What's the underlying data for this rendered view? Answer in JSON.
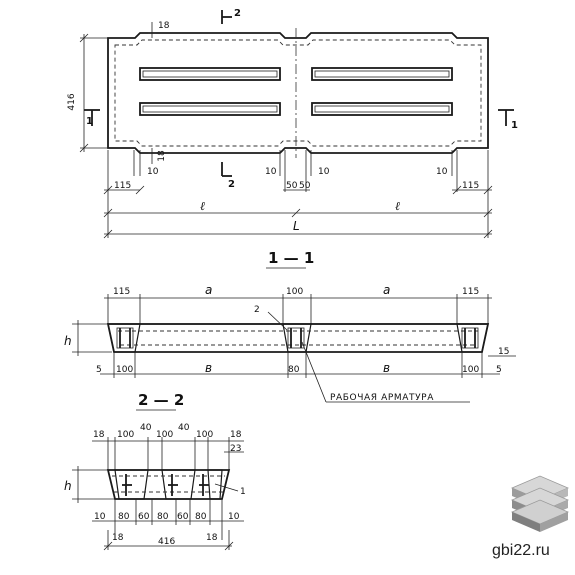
{
  "plan": {
    "height_dim": "416",
    "top_18": "18",
    "bottom_18": "18",
    "mark_10_left": "10",
    "mark_10_mid_left": "10",
    "mark_10_right": "10",
    "mark_50_left": "50",
    "mark_50_right": "50",
    "dim_115_left": "115",
    "dim_115_right": "115",
    "dim_l_left": "ℓ",
    "dim_l_right": "ℓ",
    "dim_L": "L",
    "section_2_top": "2",
    "section_2_bottom": "2",
    "section_1_left": "1",
    "section_1_right": "1"
  },
  "section_1_1": {
    "title": "1 — 1",
    "dim_115_left": "115",
    "dim_a_left": "a",
    "dim_100_mid": "100",
    "dim_a_right": "a",
    "dim_115_right": "115",
    "label_h": "h",
    "dim_5_left": "5",
    "dim_100_left": "100",
    "dim_b_left": "в",
    "dim_80_mid": "80",
    "dim_b_right": "в",
    "dim_100_right": "100",
    "dim_5_right": "5",
    "dim_15": "15",
    "callout_2": "2",
    "rebar_label": "Рабочая арматура"
  },
  "section_2_2": {
    "title": "2 — 2",
    "top_dims": [
      "18",
      "100",
      "40",
      "100",
      "40",
      "100",
      "18"
    ],
    "dim_23": "23",
    "label_h": "h",
    "callout_1": "1",
    "bottom_dims": [
      "10",
      "80",
      "60",
      "80",
      "60",
      "80",
      "10"
    ],
    "dim_18_left": "18",
    "dim_18_right": "18",
    "dim_416": "416"
  },
  "watermark": {
    "site": "gbi22.ru",
    "logo_icon": "stacked-slabs-icon"
  }
}
